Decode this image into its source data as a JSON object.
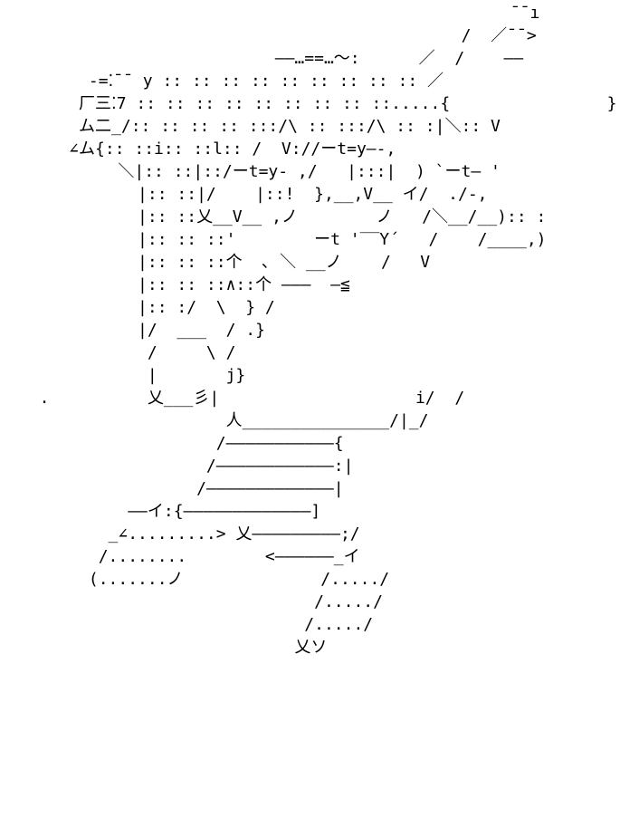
{
  "art": {
    "lines": [
      "                                                  ¯¯ı",
      "                                             /  ／¯¯>",
      "                          ――…==…～:      ／  /    ――",
      "       -=⁚¯¯ y :: :: :: :: :: :: :: :: :: ／",
      "      厂三⁚7 :: :: :: :: :: :: :: :: ::.....{                }",
      "      ム二_/:: :: :: :: :::/\\ :: :::/\\ :: :|＼:: V",
      "     ∠ム{:: ::i:: ::l:: /  V://ーt=y―-,",
      "          ＼|:: ::|::/ーt=y- ,/   |:::|  ) `ーt― '",
      "            |:: ::|/    |::!  },__,V__ イ/  ./-,",
      "            |:: ::乂__V__ ,ノ        ノ   /＼__/__):: :",
      "            |:: :: ::'        ーt '‾‾Y´   /    /____,)",
      "            |:: :: ::个  ､ ＼ __ノ    /   V",
      "            |:: :: ::∧::个 ―――  ―≦",
      "            |:: :/  \\  } /",
      "            |/  ___  / .}",
      "             /     \\ /",
      "             |       j}",
      "  .          乂___彡|                    i/  /",
      "                     人_______________/|_/",
      "                    /―――――――――――{",
      "                   /――――――――――――:|",
      "                  /―――――――――――――|",
      "           ――イ:{―――――――――――――]",
      "         _∠.........> 乂―――――――――;/",
      "        /........        <――――――_イ",
      "       (.......ノ              /...../",
      "                              /...../",
      "                             /...../",
      "                            乂ソ"
    ]
  }
}
